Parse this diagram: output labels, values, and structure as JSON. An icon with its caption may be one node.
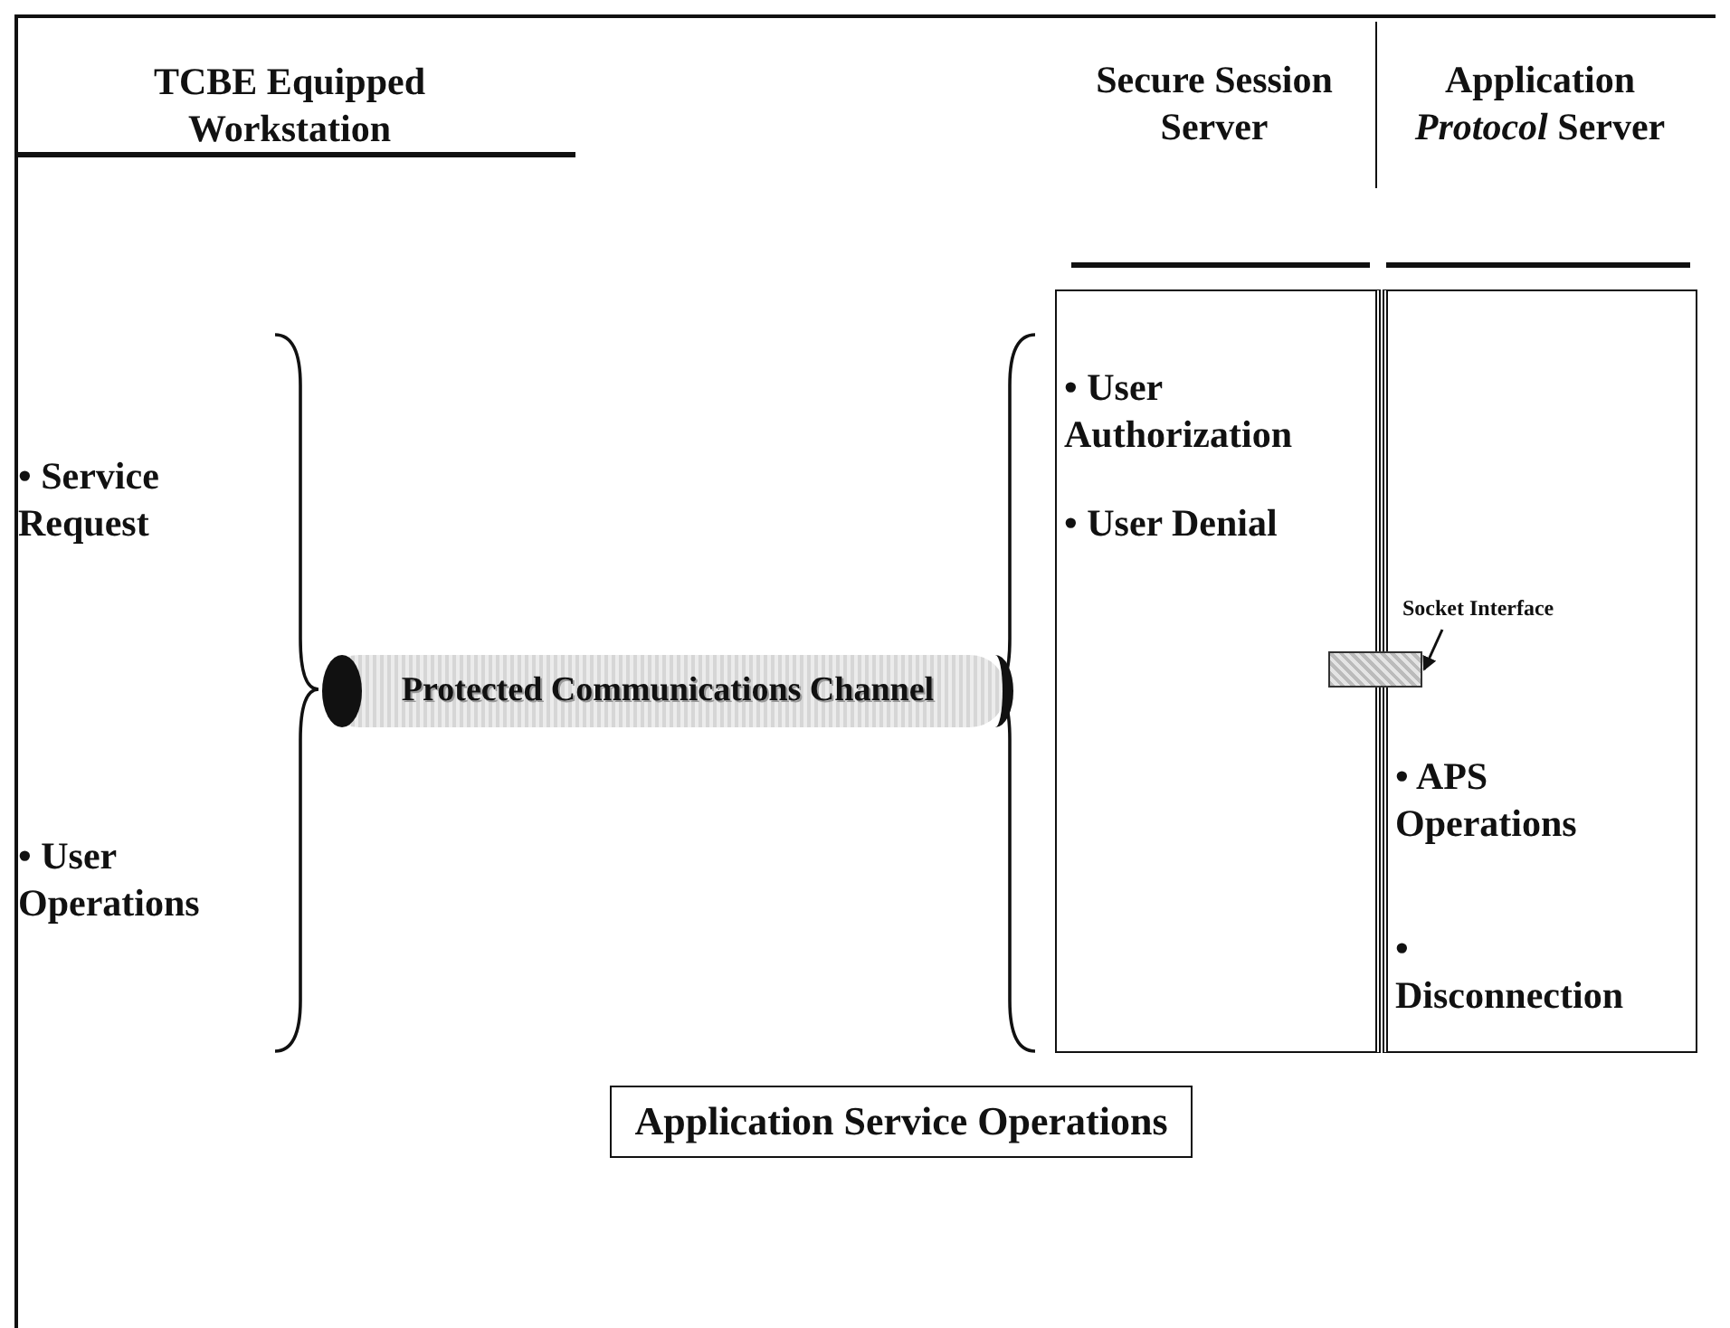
{
  "diagram": {
    "nodes": [
      {
        "text": [
          "Protected Communications Channel"
        ]
      },
      {
        "text": [
          "Secure Session Server",
          "• User Authorization",
          "• User Denial"
        ]
      },
      {
        "text": [
          "Application *Protocol* Server",
          "• APS Operations",
          "• Disconnection"
        ]
      },
      {
        "text": [],
        "shape": "box"
      },
      {
        "text": [
          "Socket Interface"
        ],
        "in": 2
      },
      {
        "text": [
          "Application Service Operations"
        ]
      }
    ],
    "edges": [
      {
        "from": 4,
        "to": 3,
        "arrow": "to"
      }
    ],
    "labels": [
      "TCBE Equipped Workstation",
      "• Service Request",
      "• User Operations"
    ]
  }
}
